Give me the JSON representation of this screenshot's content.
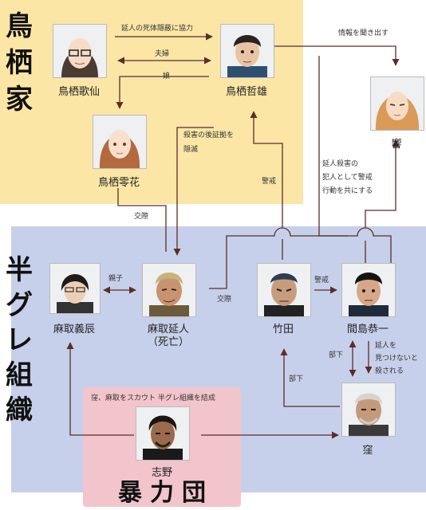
{
  "groups": {
    "karasuma": {
      "title_chars": [
        "鳥",
        "栖",
        "家"
      ],
      "color": "#fbe6a6"
    },
    "hangure": {
      "title_chars": [
        "半",
        "グ",
        "レ",
        "組",
        "織"
      ],
      "color": "#c7d0ea"
    },
    "bouryokudan": {
      "title": "暴力団",
      "color": "#f2c4cc"
    }
  },
  "people": {
    "kasen": {
      "name": "鳥栖歌仙"
    },
    "tetsuo": {
      "name": "鳥栖哲雄"
    },
    "reika": {
      "name": "鳥栖零花"
    },
    "hibiki": {
      "name": "響"
    },
    "yoshitatsu": {
      "name": "麻取義辰"
    },
    "nobuto": {
      "name": "麻取延人",
      "note": "（死亡）"
    },
    "takeda": {
      "name": "竹田"
    },
    "majima": {
      "name": "間島恭一"
    },
    "kubo": {
      "name": "窪"
    },
    "shino": {
      "name": "志野"
    }
  },
  "relations": {
    "cooperate": "延人の死体隠蔽に協力",
    "couple": "夫婦",
    "daughter": "娘",
    "extract_info": "情報を聞き出す",
    "destroy_evidence": [
      "殺害の後証拠を",
      "隠滅"
    ],
    "alert1": "警戒",
    "act_together": [
      "延人殺害の",
      "犯人として警戒",
      "行動を共にする"
    ],
    "dating1": "交際",
    "parent_child": "親子",
    "dating2": "交際",
    "alert2": "警戒",
    "subordinate1": "部下",
    "subordinate2": "部下",
    "killed_if_not_found": [
      "延人を",
      "見つけないと",
      "殺される"
    ],
    "scout": "窪、麻取をスカウト 半グレ組織を結成"
  },
  "colors": {
    "line": "#6b2a1f",
    "accent": "#5a2e2a"
  }
}
